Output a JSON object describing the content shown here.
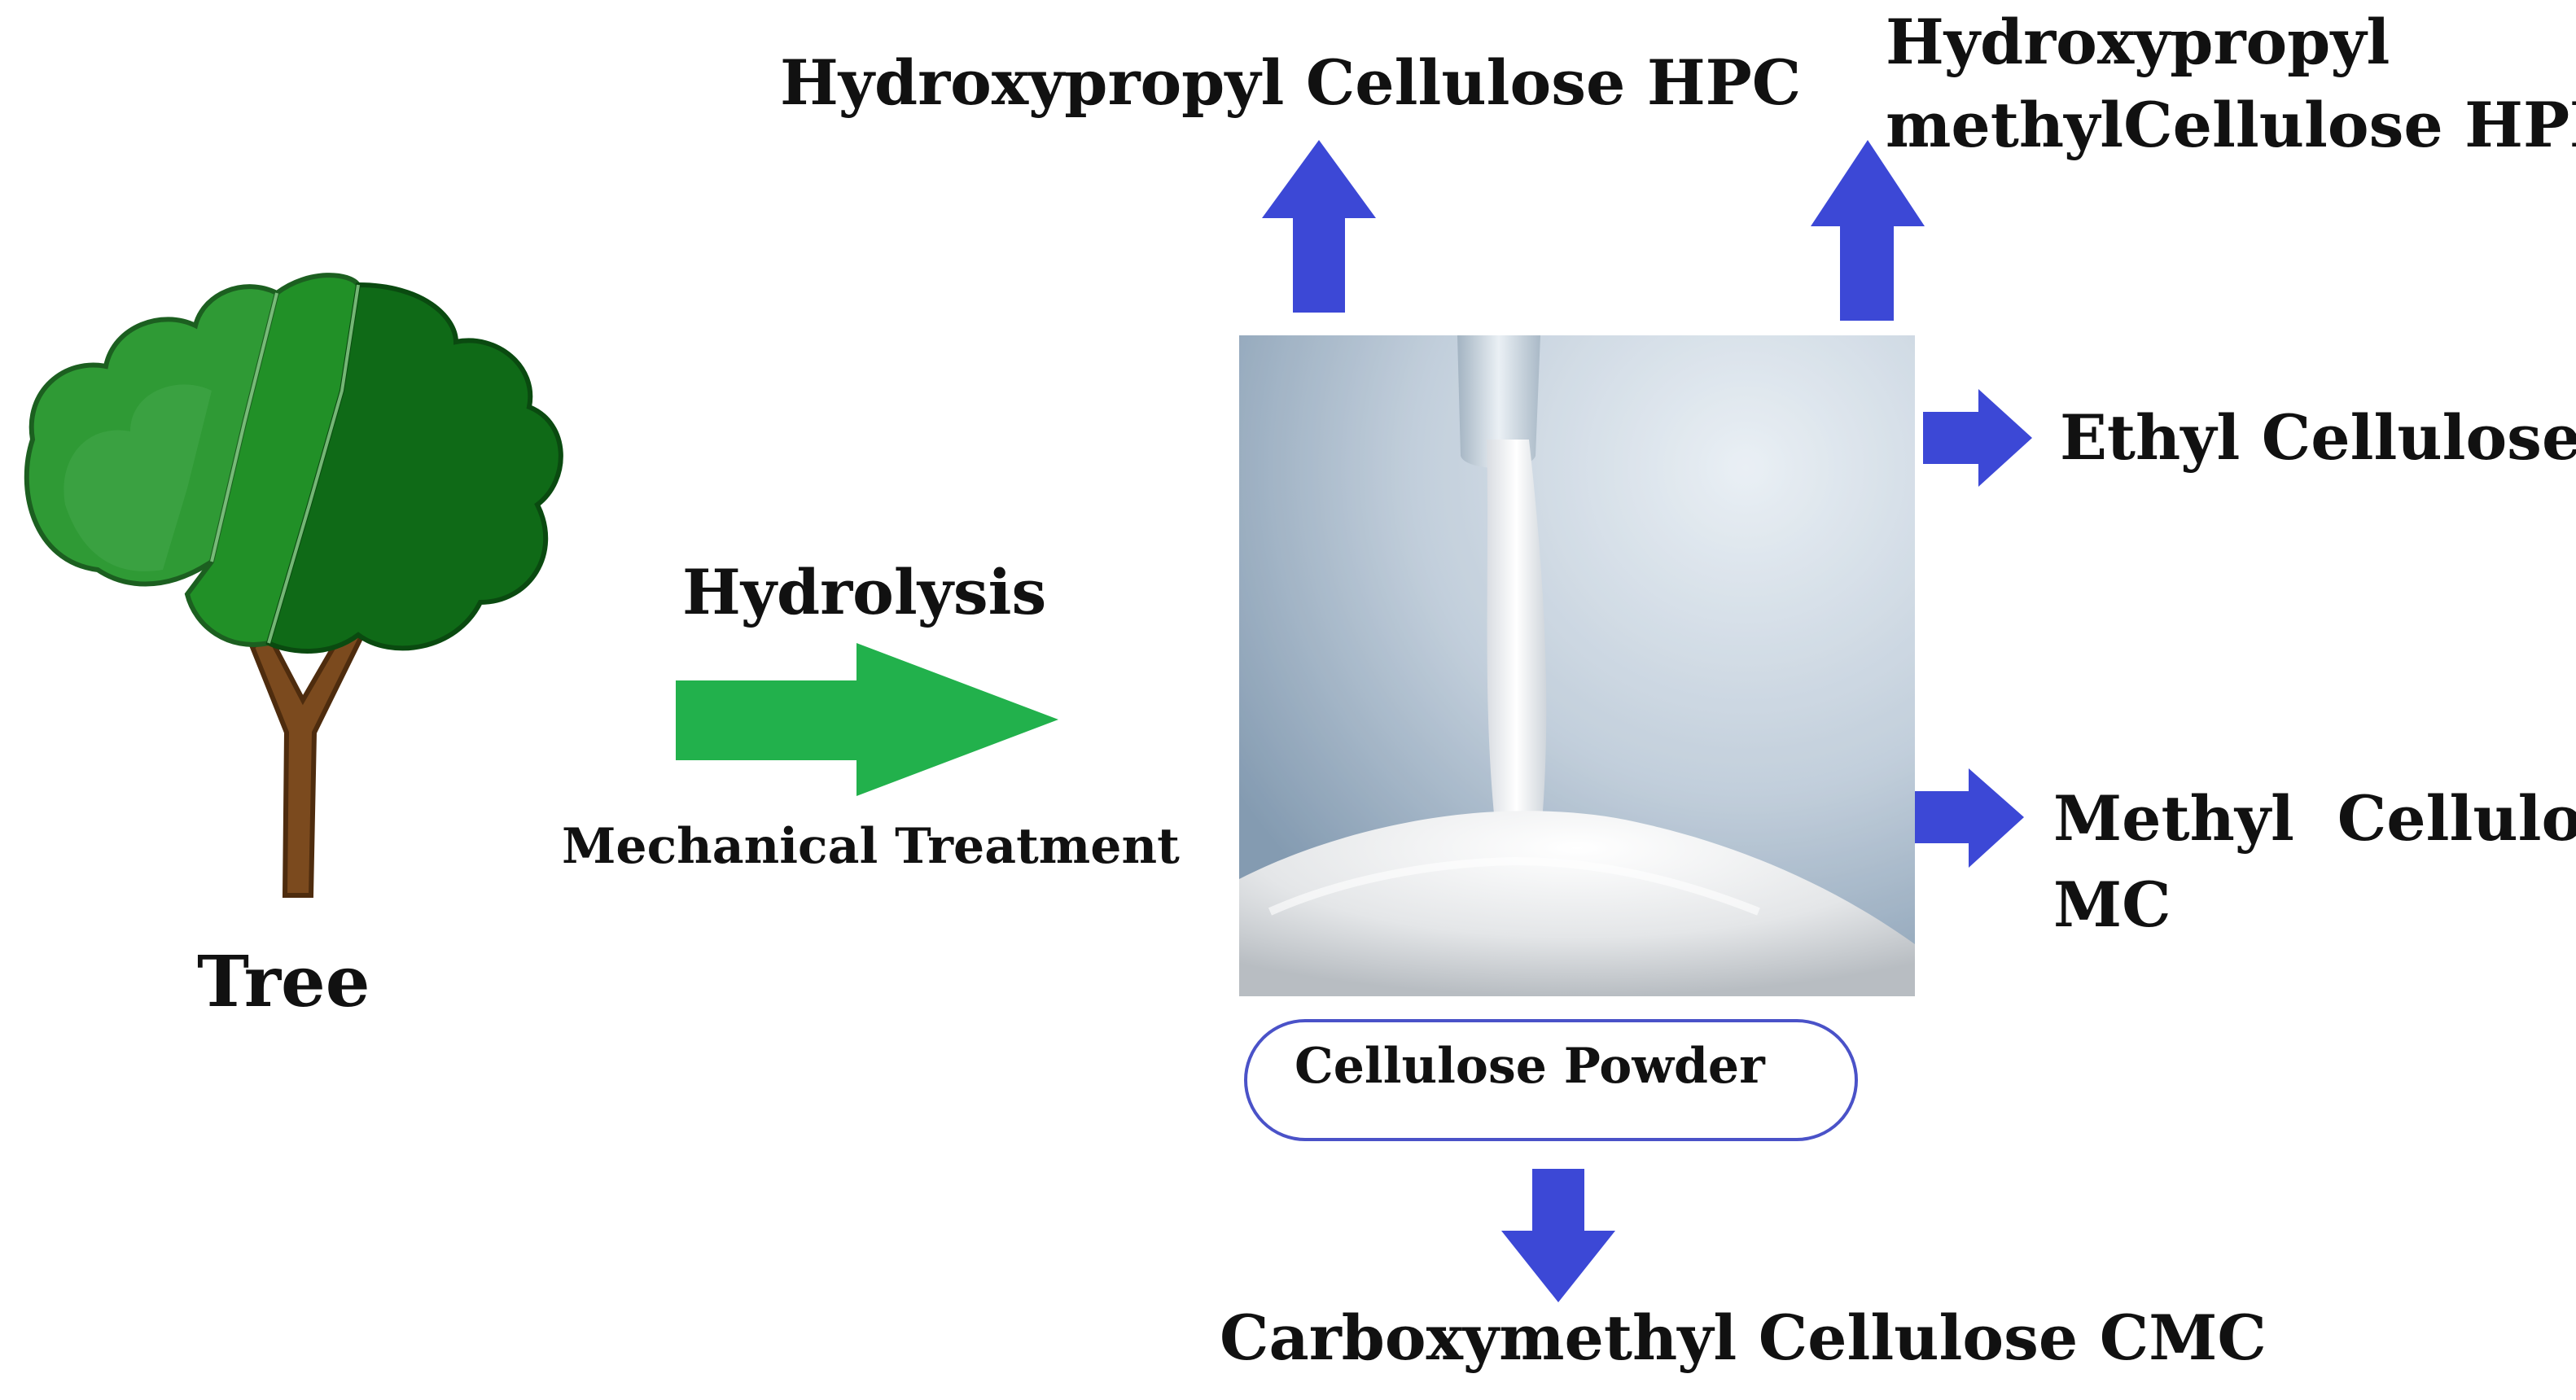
{
  "labels": {
    "tree": "Tree",
    "hydrolysis": "Hydrolysis",
    "mechanical": "Mechanical Treatment",
    "cellulose_powder": "Cellulose Powder",
    "hpc": "Hydroxypropyl Cellulose HPC",
    "hpmc_line1": "Hydroxypropyl",
    "hpmc_line2": "methylCellulose HPMC",
    "ec": "Ethyl Cellulose EC",
    "mc_line1": "Methyl  Cellulose",
    "mc_line2": "MC",
    "cmc": "Carboxymethyl Cellulose CMC"
  },
  "colors": {
    "process_arrow": "#22b14c",
    "product_arrow": "#3c48d6",
    "ellipse_stroke": "#4a52c8",
    "tree_light": "#2e9a33",
    "tree_mid": "#1f8a26",
    "tree_dark": "#0f6a17",
    "trunk": "#7b4a1e"
  },
  "icons": {
    "tree": "tree-icon",
    "photo": "cellulose-powder-photo"
  }
}
